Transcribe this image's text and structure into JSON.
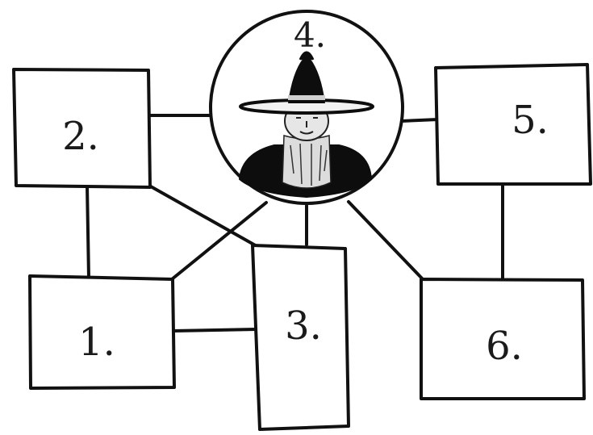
{
  "diagram": {
    "colors": {
      "ink": "#111111",
      "paper": "#ffffff"
    },
    "boxes": [
      {
        "id": "box-1",
        "label": "1."
      },
      {
        "id": "box-2",
        "label": "2."
      },
      {
        "id": "box-3",
        "label": "3."
      },
      {
        "id": "box-5",
        "label": "5."
      },
      {
        "id": "box-6",
        "label": "6."
      }
    ],
    "center": {
      "label": "4.",
      "icon": "portrait-of-man-with-wide-brimmed-hat"
    }
  }
}
